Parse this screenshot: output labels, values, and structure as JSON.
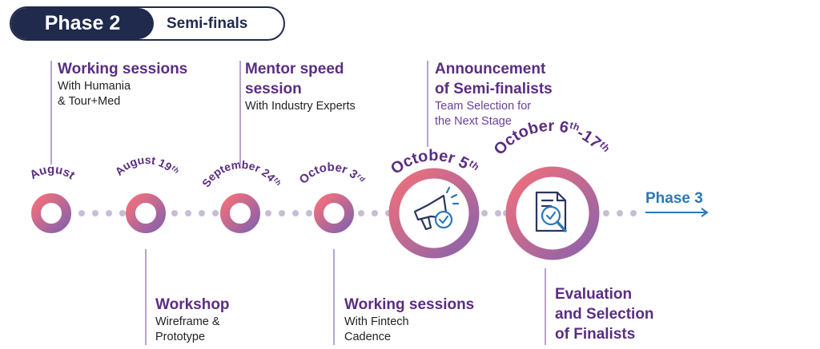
{
  "header": {
    "phase_label": "Phase 2",
    "stage_label": "Semi-finals"
  },
  "colors": {
    "navy": "#1f2a4d",
    "purple_text": "#5a2d82",
    "ring_pink": "#f06a78",
    "ring_purple": "#8e5fa8",
    "dots": "#c8bcd6",
    "next_arrow": "#2b78b8"
  },
  "milestones": [
    {
      "date": "August",
      "sup": ""
    },
    {
      "date": "August 19",
      "sup": "th"
    },
    {
      "date": "September 24",
      "sup": "th"
    },
    {
      "date": "October 3",
      "sup": "rd"
    },
    {
      "date": "October 5",
      "sup": "th",
      "icon": "megaphone-check-icon"
    },
    {
      "date": "October 6",
      "sup": "th",
      "date2": "-17",
      "sup2": "th",
      "icon": "document-magnifier-icon"
    }
  ],
  "events": {
    "working_sessions_1": {
      "title": "Working sessions",
      "desc1": "With Humania",
      "desc2": "& Tour+Med"
    },
    "mentor": {
      "title1": "Mentor speed",
      "title2": "session",
      "desc1": "With Industry Experts"
    },
    "announcement": {
      "title1": "Announcement",
      "title2": "of Semi-finalists",
      "desc1": "Team Selection for",
      "desc2": "the Next Stage"
    },
    "workshop": {
      "title": "Workshop",
      "desc1": "Wireframe &",
      "desc2": "Prototype"
    },
    "working_sessions_2": {
      "title": "Working sessions",
      "desc1": "With Fintech",
      "desc2": "Cadence"
    },
    "evaluation": {
      "title1": "Evaluation",
      "title2": "and Selection",
      "title3": "of Finalists"
    }
  },
  "next_phase": {
    "label": "Phase 3"
  }
}
